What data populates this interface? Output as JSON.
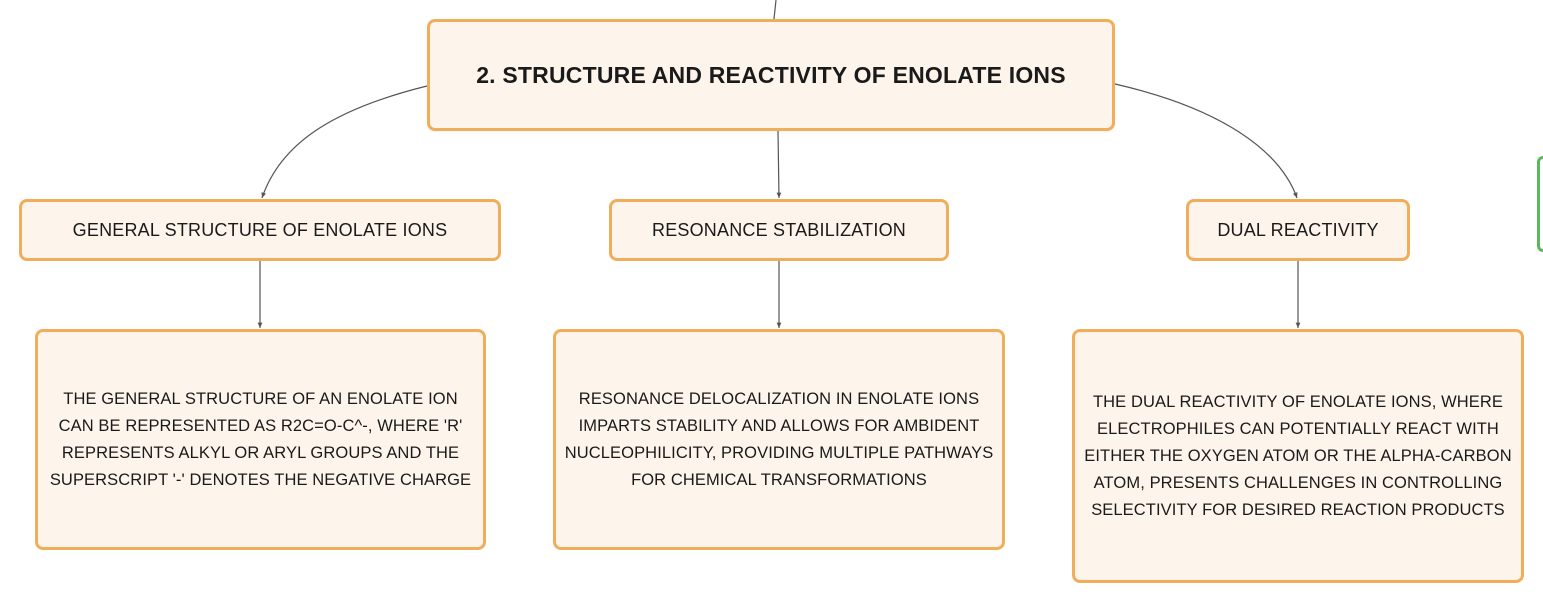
{
  "diagram": {
    "root": {
      "label": "2. STRUCTURE AND REACTIVITY OF ENOLATE IONS"
    },
    "branches": [
      {
        "label": "GENERAL STRUCTURE OF ENOLATE IONS",
        "detail": "THE GENERAL STRUCTURE OF AN ENOLATE ION CAN BE REPRESENTED AS R2C=O-C^-, WHERE 'R' REPRESENTS ALKYL OR ARYL GROUPS AND THE SUPERSCRIPT '-' DENOTES THE NEGATIVE CHARGE"
      },
      {
        "label": "RESONANCE STABILIZATION",
        "detail": "RESONANCE DELOCALIZATION IN ENOLATE IONS IMPARTS STABILITY AND ALLOWS FOR AMBIDENT NUCLEOPHILICITY, PROVIDING MULTIPLE PATHWAYS FOR CHEMICAL TRANSFORMATIONS"
      },
      {
        "label": "DUAL REACTIVITY",
        "detail": "THE DUAL REACTIVITY OF ENOLATE IONS, WHERE ELECTROPHILES CAN POTENTIALLY REACT WITH EITHER THE OXYGEN ATOM OR THE ALPHA-CARBON ATOM, PRESENTS CHALLENGES IN CONTROLLING SELECTIVITY FOR DESIRED REACTION PRODUCTS"
      }
    ]
  },
  "colors": {
    "node_fill": "#fdf4ec",
    "node_border": "#f0ae5a",
    "connector": "#555555",
    "side_tab_border": "#5cb85c"
  }
}
